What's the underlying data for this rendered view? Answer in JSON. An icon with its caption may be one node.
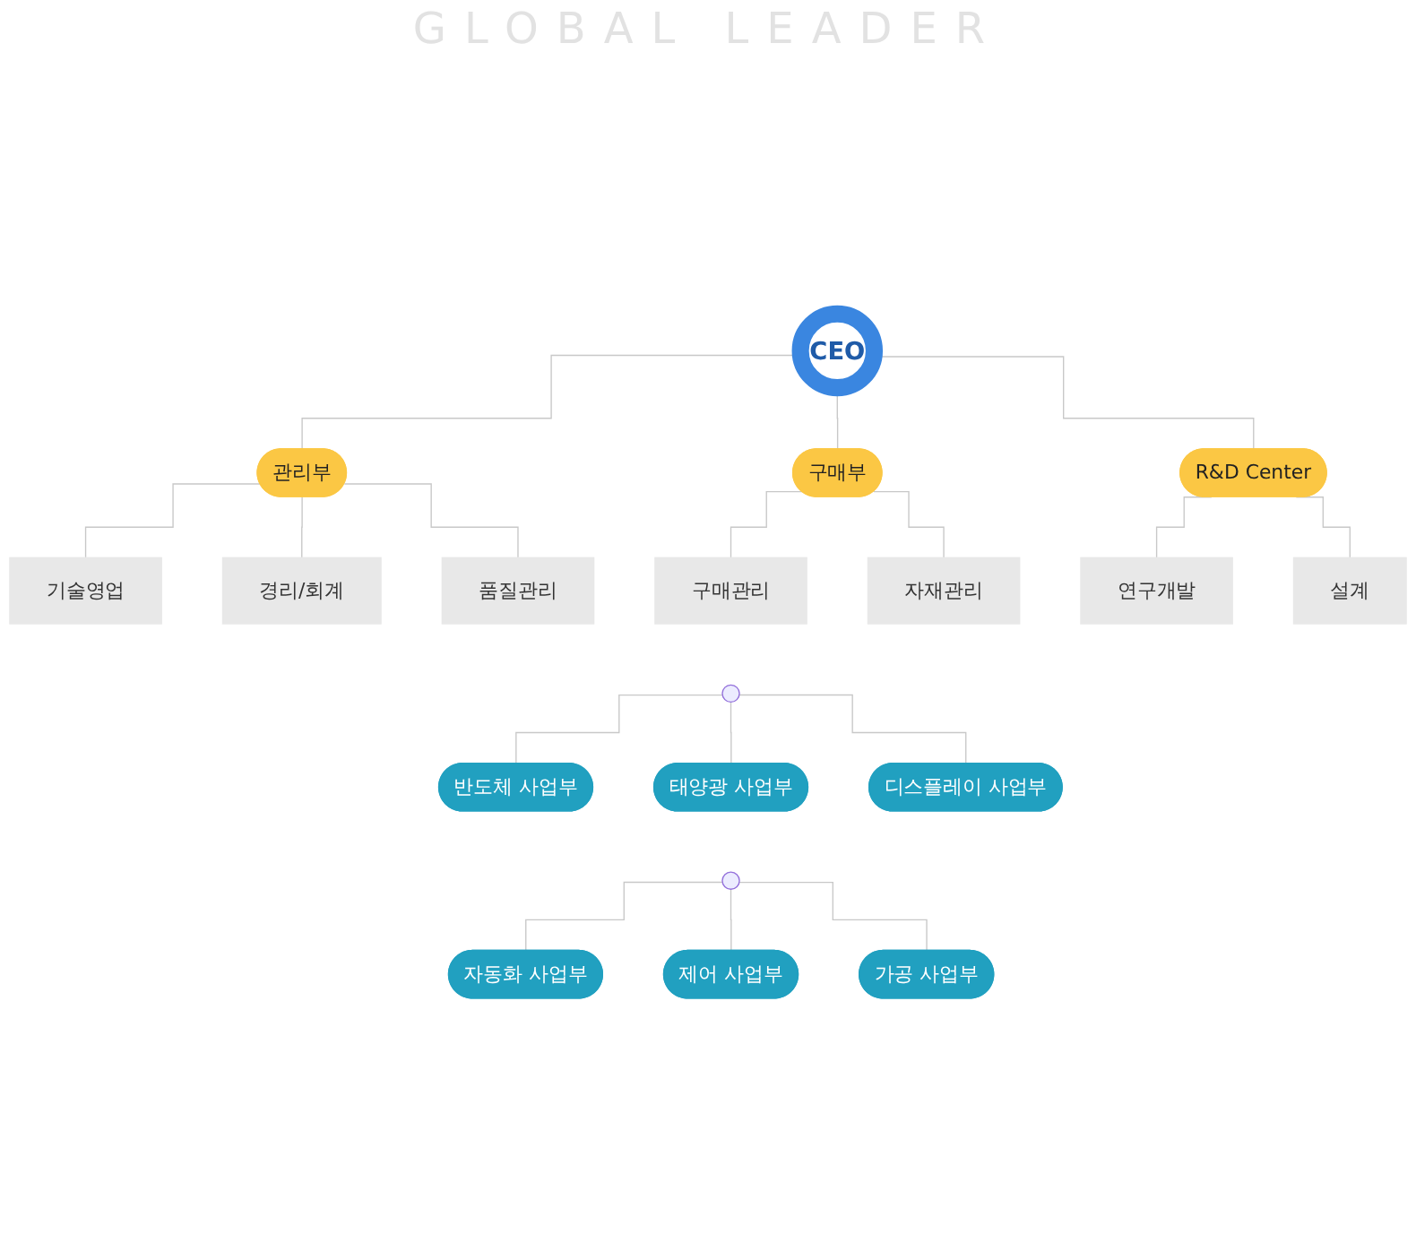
{
  "diagram": {
    "title": "GLOBAL LEADER",
    "nodes": [
      {
        "text": [
          "CEO"
        ]
      },
      {
        "text": [
          "관리부"
        ]
      },
      {
        "text": [
          "구매부"
        ]
      },
      {
        "text": [
          "R&D Center"
        ]
      },
      {
        "text": [
          "기술영업"
        ]
      },
      {
        "text": [
          "경리/회계"
        ]
      },
      {
        "text": [
          "품질관리"
        ]
      },
      {
        "text": [
          "구매관리"
        ]
      },
      {
        "text": [
          "자재관리"
        ]
      },
      {
        "text": [
          "연구개발"
        ]
      },
      {
        "text": [
          "설계"
        ]
      },
      {
        "text": [
          "반도체 사업부"
        ]
      },
      {
        "text": [
          "태양광 사업부"
        ]
      },
      {
        "text": [
          "디스플레이 사업부"
        ]
      },
      {
        "text": [
          "자동화 사업부"
        ]
      },
      {
        "text": [
          "제어 사업부"
        ]
      },
      {
        "text": [
          "가공 사업부"
        ]
      }
    ],
    "edges": [
      {
        "from": 0,
        "to": 1,
        "arrow": "none"
      },
      {
        "from": 0,
        "to": 2,
        "arrow": "none"
      },
      {
        "from": 0,
        "to": 3,
        "arrow": "none"
      },
      {
        "from": 1,
        "to": 4,
        "arrow": "none"
      },
      {
        "from": 1,
        "to": 5,
        "arrow": "none"
      },
      {
        "from": 1,
        "to": 6,
        "arrow": "none"
      },
      {
        "from": 2,
        "to": 7,
        "arrow": "none"
      },
      {
        "from": 2,
        "to": 8,
        "arrow": "none"
      },
      {
        "from": 3,
        "to": 9,
        "arrow": "none"
      },
      {
        "from": 3,
        "to": 10,
        "arrow": "none"
      },
      {
        "from": null,
        "to": 11,
        "arrow": "none"
      },
      {
        "from": null,
        "to": 12,
        "arrow": "none"
      },
      {
        "from": null,
        "to": 13,
        "arrow": "none"
      },
      {
        "from": null,
        "to": 14,
        "arrow": "none"
      },
      {
        "from": null,
        "to": 15,
        "arrow": "none"
      },
      {
        "from": null,
        "to": 16,
        "arrow": "none"
      }
    ]
  }
}
